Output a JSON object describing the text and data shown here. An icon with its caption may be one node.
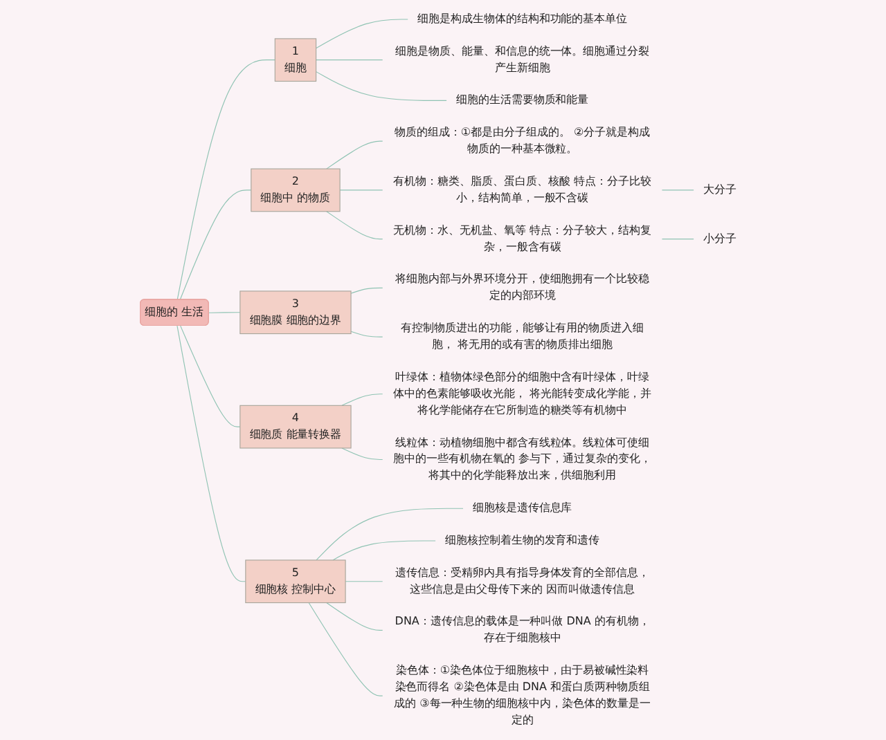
{
  "diagram": {
    "nodes": [
      {
        "text": [
          "细胞的 生活"
        ]
      },
      {
        "text": [
          "1",
          "细胞"
        ]
      },
      {
        "text": [
          "细胞是构成生物体的结构和功能的基本单位"
        ]
      },
      {
        "text": [
          "细胞是物质、能量、和信息的统一体。细胞通过分裂产生新细胞"
        ]
      },
      {
        "text": [
          "细胞的生活需要物质和能量"
        ]
      },
      {
        "text": [
          "2",
          "细胞中 的物质"
        ]
      },
      {
        "text": [
          "物质的组成：①都是由分子组成的。 ②分子就是构成物质的一种基本微粒。"
        ]
      },
      {
        "text": [
          "有机物：糖类、脂质、蛋白质、核酸 特点：分子比较小，结构简单，一般不含碳"
        ]
      },
      {
        "text": [
          "大分子"
        ]
      },
      {
        "text": [
          "无机物：水、无机盐、氧等 特点：分子较大，结构复杂，一般含有碳"
        ]
      },
      {
        "text": [
          "小分子"
        ]
      },
      {
        "text": [
          "3",
          "细胞膜 细胞的边界"
        ]
      },
      {
        "text": [
          "将细胞内部与外界环境分开，使细胞拥有一个比较稳定的内部环境"
        ]
      },
      {
        "text": [
          "有控制物质进出的功能，能够让有用的物质进入细胞， 将无用的或有害的物质排出细胞"
        ]
      },
      {
        "text": [
          "4",
          "细胞质 能量转换器"
        ]
      },
      {
        "text": [
          "叶绿体：植物体绿色部分的细胞中含有叶绿体，叶绿体中的色素能够吸收光能， 将光能转变成化学能，并将化学能储存在它所制造的糖类等有机物中"
        ]
      },
      {
        "text": [
          "线粒体：动植物细胞中都含有线粒体。线粒体可使细胞中的一些有机物在氧的 参与下，通过复杂的变化，将其中的化学能释放出来，供细胞利用"
        ]
      },
      {
        "text": [
          "5",
          "细胞核 控制中心"
        ]
      },
      {
        "text": [
          "细胞核是遗传信息库"
        ]
      },
      {
        "text": [
          "细胞核控制着生物的发育和遗传"
        ]
      },
      {
        "text": [
          "遗传信息：受精卵内具有指导身体发育的全部信息，这些信息是由父母传下来的 因而叫做遗传信息"
        ]
      },
      {
        "text": [
          "DNA：遗传信息的载体是一种叫做 DNA 的有机物，存在于细胞核中"
        ]
      },
      {
        "text": [
          "染色体：①染色体位于细胞核中，由于易被碱性染料染色而得名 ②染色体是由 DNA 和蛋白质两种物质组成的 ③每一种生物的细胞核中内，染色体的数量是一定的"
        ]
      }
    ],
    "edges": [
      {
        "from": 0,
        "to": 1,
        "arrow": "none"
      },
      {
        "from": 1,
        "to": 2,
        "arrow": "none"
      },
      {
        "from": 1,
        "to": 3,
        "arrow": "none"
      },
      {
        "from": 1,
        "to": 4,
        "arrow": "none"
      },
      {
        "from": 0,
        "to": 5,
        "arrow": "none"
      },
      {
        "from": 5,
        "to": 6,
        "arrow": "none"
      },
      {
        "from": 5,
        "to": 7,
        "arrow": "none"
      },
      {
        "from": 7,
        "to": 8,
        "arrow": "none"
      },
      {
        "from": 5,
        "to": 9,
        "arrow": "none"
      },
      {
        "from": 9,
        "to": 10,
        "arrow": "none"
      },
      {
        "from": 0,
        "to": 11,
        "arrow": "none"
      },
      {
        "from": 11,
        "to": 12,
        "arrow": "none"
      },
      {
        "from": 11,
        "to": 13,
        "arrow": "none"
      },
      {
        "from": 0,
        "to": 14,
        "arrow": "none"
      },
      {
        "from": 14,
        "to": 15,
        "arrow": "none"
      },
      {
        "from": 14,
        "to": 16,
        "arrow": "none"
      },
      {
        "from": 0,
        "to": 17,
        "arrow": "none"
      },
      {
        "from": 17,
        "to": 18,
        "arrow": "none"
      },
      {
        "from": 17,
        "to": 19,
        "arrow": "none"
      },
      {
        "from": 17,
        "to": 20,
        "arrow": "none"
      },
      {
        "from": 17,
        "to": 21,
        "arrow": "none"
      },
      {
        "from": 17,
        "to": 22,
        "arrow": "none"
      }
    ]
  }
}
